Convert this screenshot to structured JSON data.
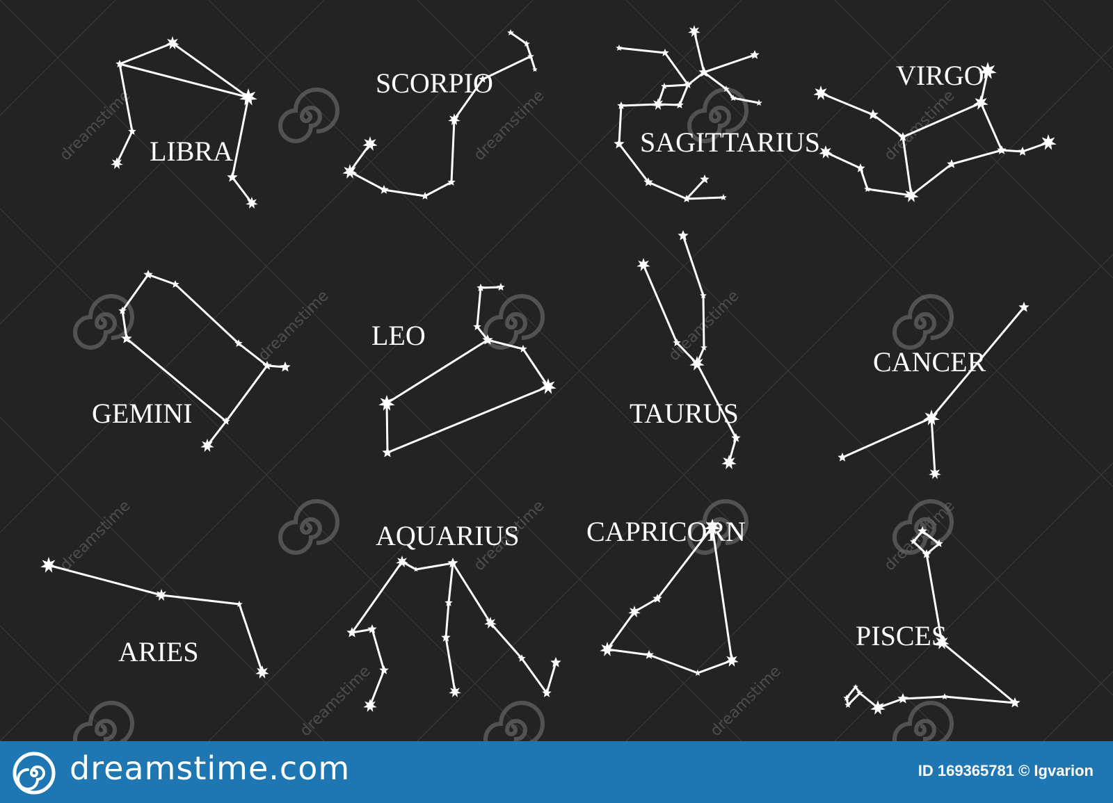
{
  "constellations": [
    {
      "name": "LIBRA"
    },
    {
      "name": "SCORPIO"
    },
    {
      "name": "SAGITTARIUS"
    },
    {
      "name": "VIRGO"
    },
    {
      "name": "GEMINI"
    },
    {
      "name": "LEO"
    },
    {
      "name": "TAURUS"
    },
    {
      "name": "CANCER"
    },
    {
      "name": "ARIES"
    },
    {
      "name": "AQUARIUS"
    },
    {
      "name": "CAPRICORN"
    },
    {
      "name": "PISCES"
    }
  ],
  "watermark": {
    "text": "dreamstime"
  },
  "footer": {
    "brand": "dreamstime.com",
    "credit": "ID 169365781 © Igvarion"
  },
  "colors": {
    "background": "#232323",
    "footer": "#1e77b3",
    "stars": "#ffffff"
  }
}
